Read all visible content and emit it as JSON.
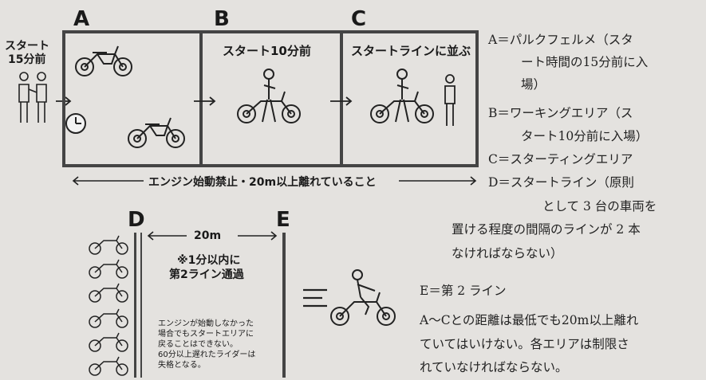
{
  "start_label": [
    "スタート",
    "15分前"
  ],
  "zones": {
    "a": {
      "letter": "A"
    },
    "b": {
      "letter": "B",
      "caption": "スタート10分前"
    },
    "c": {
      "letter": "C",
      "caption": "スタートラインに並ぶ"
    },
    "d": {
      "letter": "D"
    },
    "e": {
      "letter": "E"
    }
  },
  "engine_rule": "エンジン始動禁止・20m以上離れていること",
  "distance_label": "20m",
  "pass_rule": [
    "※1分以内に",
    "第2ライン通過"
  ],
  "warning": [
    "エンジンが始動しなかった",
    "場合でもスタートエリアに",
    "戻ることはできない。",
    "60分以上遅れたライダーは",
    "失格となる。"
  ],
  "legend_lines": [
    "A＝パルクフェルメ（スタ",
    "ート時間の15分前に入",
    "場）",
    "B＝ワーキングエリア（ス",
    "タート10分前に入場）",
    "C＝スターティングエリア",
    "D＝スタートライン（原則",
    "として 3 台の車両を",
    "置ける程度の間隔のラインが 2 本",
    "なければならない）",
    "E＝第 2 ライン",
    "A～Cとの距離は最低でも20m以上離れ",
    "ていてはいけない。各エリアは制限さ",
    "れていなければならない。"
  ]
}
